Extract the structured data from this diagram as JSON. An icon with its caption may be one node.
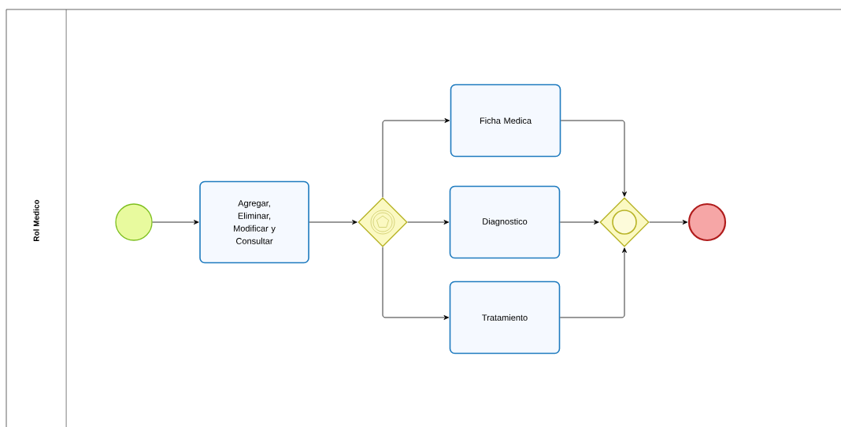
{
  "diagram": {
    "nodes": [
      {
        "text": [
          "Rol Medico"
        ]
      },
      {
        "text": [],
        "shape": "circle",
        "in": 0
      },
      {
        "text": [
          "Agregar, Eliminar, Modificar y Consultar"
        ],
        "in": 0
      },
      {
        "text": [],
        "shape": "diamond",
        "in": 0
      },
      {
        "text": [
          "Ficha Medica"
        ],
        "in": 0
      },
      {
        "text": [
          "Diagnostico"
        ],
        "in": 0
      },
      {
        "text": [
          "Tratamiento"
        ],
        "in": 0
      },
      {
        "text": [],
        "shape": "diamond",
        "in": 0
      },
      {
        "text": [],
        "shape": "circle",
        "in": 0
      }
    ],
    "edges": [
      {
        "from": 1,
        "to": 2,
        "arrow": "to"
      },
      {
        "from": 2,
        "to": 3,
        "arrow": "to"
      },
      {
        "from": 3,
        "to": 4,
        "arrow": "to"
      },
      {
        "from": 3,
        "to": 5,
        "arrow": "to"
      },
      {
        "from": 3,
        "to": 6,
        "arrow": "to"
      },
      {
        "from": 4,
        "to": 7,
        "arrow": "to"
      },
      {
        "from": 5,
        "to": 7,
        "arrow": "to"
      },
      {
        "from": 6,
        "to": 7,
        "arrow": "to"
      },
      {
        "from": 7,
        "to": 8,
        "arrow": "to"
      }
    ]
  }
}
